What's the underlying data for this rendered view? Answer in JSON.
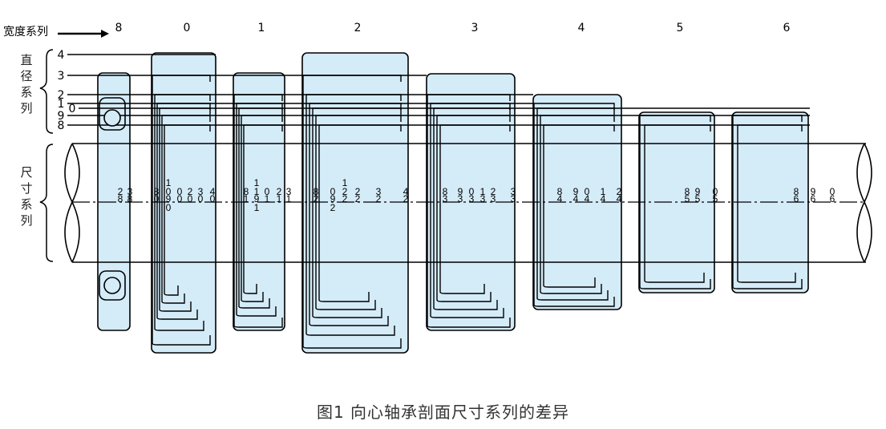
{
  "width_series_label": "宽度系列",
  "width_series_codes": [
    "8",
    "0",
    "1",
    "2",
    "3",
    "4",
    "5",
    "6"
  ],
  "diameter_series_label": "直径系列",
  "diameter_series_codes": [
    "4",
    "3",
    "2",
    "1",
    "0",
    "9",
    "8"
  ],
  "dimension_series_label": "尺寸系列",
  "groups": [
    {
      "width": "8",
      "top_codes": [
        "2",
        "3"
      ],
      "bottom_codes": [
        "8",
        "8"
      ]
    },
    {
      "width": "0",
      "top_codes": [
        "8",
        "1\n0",
        "0",
        "2",
        "3",
        "4"
      ],
      "bottom_codes": [
        "0",
        "9\n0",
        "0",
        "0",
        "0",
        "0"
      ]
    },
    {
      "width": "1",
      "top_codes": [
        "8",
        "1\n1",
        "0",
        "2",
        "3"
      ],
      "bottom_codes": [
        "1",
        "9\n1",
        "1",
        "1",
        "1"
      ]
    },
    {
      "width": "2",
      "top_codes": [
        "8",
        "0",
        "1\n2",
        "2",
        "3",
        "4"
      ],
      "bottom_codes": [
        "2",
        "9\n2",
        "2",
        "2",
        "2",
        "2"
      ]
    },
    {
      "width": "3",
      "top_codes": [
        "8",
        "9",
        "0",
        "1",
        "2",
        "3"
      ],
      "bottom_codes": [
        "3",
        "3",
        "3",
        "3",
        "3",
        "3"
      ]
    },
    {
      "width": "4",
      "top_codes": [
        "8",
        "9",
        "0",
        "1",
        "2"
      ],
      "bottom_codes": [
        "4",
        "4",
        "4",
        "4",
        "4"
      ]
    },
    {
      "width": "5",
      "top_codes": [
        "8",
        "9",
        "0"
      ],
      "bottom_codes": [
        "5",
        "5",
        "5"
      ]
    },
    {
      "width": "6",
      "top_codes": [
        "8",
        "9",
        "0"
      ],
      "bottom_codes": [
        "6",
        "6",
        "6"
      ]
    }
  ],
  "caption": "图1  向心轴承剖面尺寸系列的差异",
  "colors": {
    "fill": "#d4ebf8",
    "stroke": "#000000"
  }
}
